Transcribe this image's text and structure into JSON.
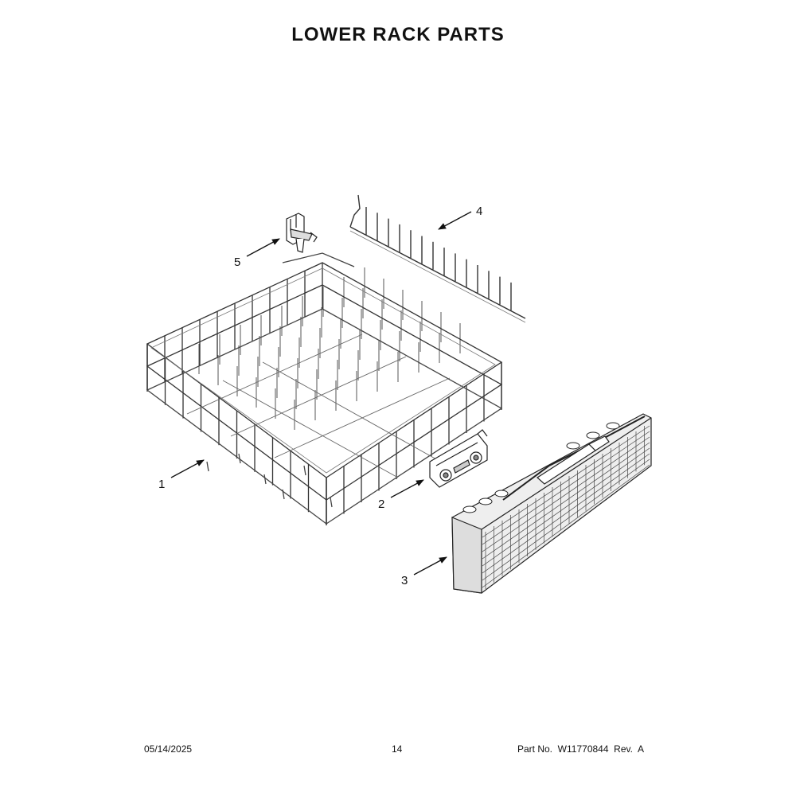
{
  "page": {
    "title": "LOWER RACK PARTS"
  },
  "callouts": [
    {
      "id": "1",
      "label": "1"
    },
    {
      "id": "2",
      "label": "2"
    },
    {
      "id": "3",
      "label": "3"
    },
    {
      "id": "4",
      "label": "4"
    },
    {
      "id": "5",
      "label": "5"
    }
  ],
  "footer": {
    "date": "05/14/2025",
    "page_number": "14",
    "part_number": "Part No.  W11770844  Rev.  A"
  }
}
